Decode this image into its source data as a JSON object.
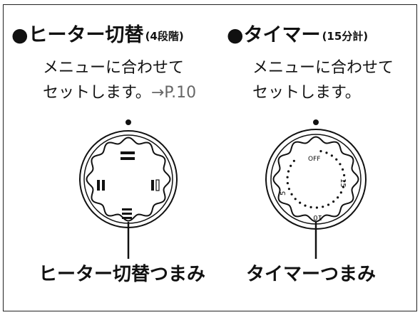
{
  "heater": {
    "bullet": "●",
    "title": "ヒーター切替",
    "note": "(4段階)",
    "line1": "メニューに合わせて",
    "line2_text": "セットします。",
    "line2_ref": "→P.10",
    "knob_label": "ヒーター切替つまみ"
  },
  "timer": {
    "bullet": "●",
    "title": "タイマー",
    "note": "(15分計)",
    "line1": "メニューに合わせて",
    "line2": "セットします。",
    "knob_label": "タイマーつまみ",
    "dial": {
      "off": "OFF",
      "t15": "15",
      "t10": "10",
      "t5": "5"
    }
  }
}
